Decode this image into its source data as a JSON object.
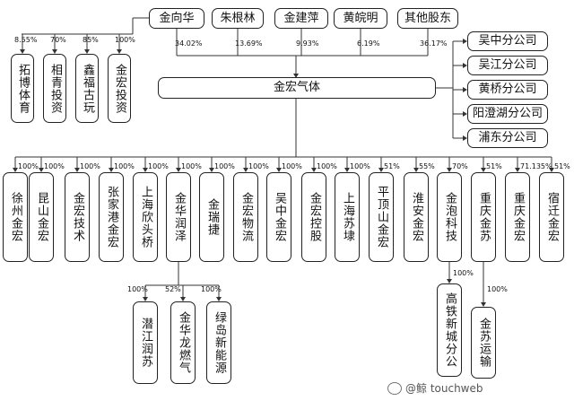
{
  "shareholders": [
    "金向华",
    "朱根林",
    "金建萍",
    "黄皖明",
    "其他股东"
  ],
  "shareholder_pcts": [
    "34.02%",
    "13.69%",
    "9.93%",
    "6.19%",
    "36.17%"
  ],
  "jxh_investments": [
    {
      "name": "拓博体育",
      "pct": "8.55%"
    },
    {
      "name": "相青投资",
      "pct": "70%"
    },
    {
      "name": "鑫福古玩",
      "pct": "85%"
    },
    {
      "name": "金宏投资",
      "pct": "100%"
    }
  ],
  "main_company": "金宏气体",
  "branches": [
    "吴中分公司",
    "吴江分公司",
    "黄桥分公司",
    "阳澄湖分公司",
    "浦东分公司"
  ],
  "subsidiaries": [
    {
      "name": "徐州金宏",
      "pct": "100%"
    },
    {
      "name": "昆山金宏",
      "pct": "100%"
    },
    {
      "name": "金宏技术",
      "pct": "100%"
    },
    {
      "name": "张家港金宏",
      "pct": "100%"
    },
    {
      "name": "上海欣头桥",
      "pct": "100%"
    },
    {
      "name": "金华润泽",
      "pct": "100%"
    },
    {
      "name": "金瑞捷",
      "pct": "100%"
    },
    {
      "name": "金宏物流",
      "pct": "100%"
    },
    {
      "name": "吴中金宏",
      "pct": "100%"
    },
    {
      "name": "金宏控股",
      "pct": "100%"
    },
    {
      "name": "上海苏埭",
      "pct": "100%"
    },
    {
      "name": "平顶山金宏",
      "pct": "51%"
    },
    {
      "name": "淮安金宏",
      "pct": "55%"
    },
    {
      "name": "金泡科技",
      "pct": "70%"
    },
    {
      "name": "重庆金苏",
      "pct": "51%"
    },
    {
      "name": "重庆金宏",
      "pct": "71.135%"
    },
    {
      "name": "宿迁金宏",
      "pct": "51%"
    }
  ],
  "jhrz_subs": [
    {
      "name": "潜江润苏",
      "pct": "100%"
    },
    {
      "name": "金华龙燃气",
      "pct": "52%"
    },
    {
      "name": "绿岛新能源",
      "pct": "100%"
    }
  ],
  "jpkj_sub": {
    "name": "高铁新城分公",
    "pct": "100%"
  },
  "cqjs_sub": {
    "name": "金苏运输",
    "pct": "100%"
  },
  "watermark": "@鲸 touchweb"
}
